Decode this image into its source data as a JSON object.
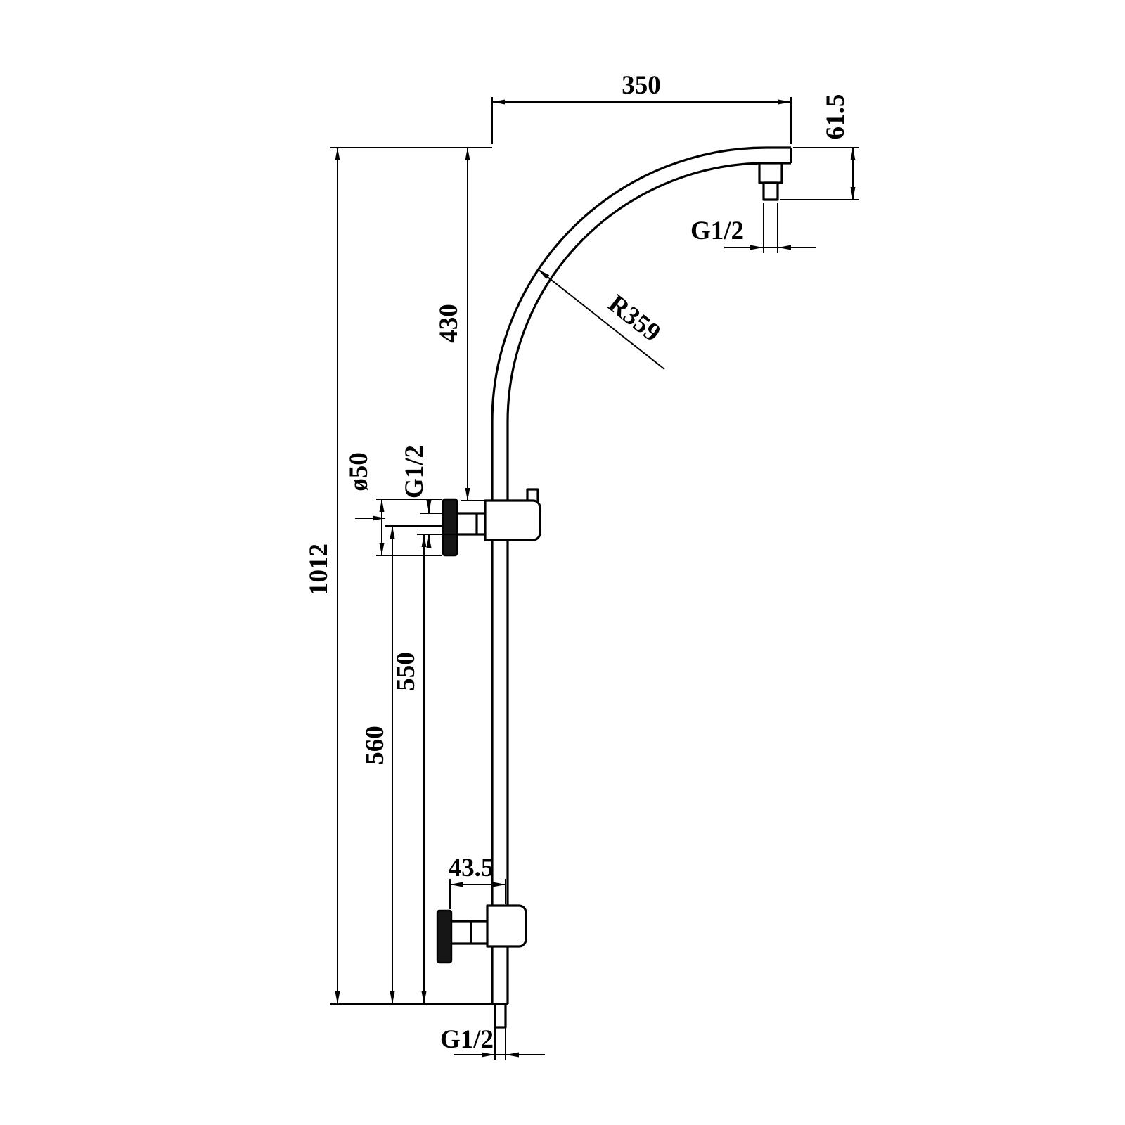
{
  "page": {
    "background": "#ffffff",
    "ink": "#000000"
  },
  "drawing": {
    "type": "technical-dimension-drawing",
    "subject": "curved-top shower rail column with wall brackets and hand-shower holder",
    "labels": {
      "arm_width": "350",
      "arm_end_height": "61.5",
      "top_outlet_thread": "G1/2",
      "curve_radius": "R359",
      "top_to_bracket": "430",
      "overall_height": "1012",
      "flange_diameter": "ø50",
      "wall_inlet_thread": "G1/2",
      "bracket_to_bottom_inner": "550",
      "bracket_to_bottom_outer": "560",
      "lower_bracket_offset": "43.5",
      "bottom_outlet_thread": "G1/2"
    }
  }
}
